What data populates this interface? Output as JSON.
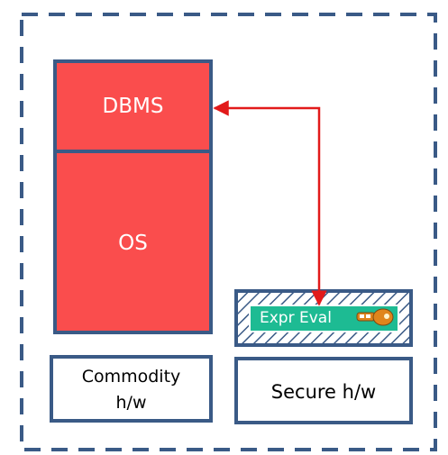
{
  "diagram": {
    "boxes": {
      "dbms": {
        "label": "DBMS",
        "fill": "#fa4d4d",
        "stroke": "#3a5a86"
      },
      "os": {
        "label": "OS",
        "fill": "#fa4d4d",
        "stroke": "#3a5a86"
      },
      "commodity_hw": {
        "line1": "Commodity",
        "line2": "h/w"
      },
      "secure_hw": {
        "label": "Secure h/w"
      },
      "expr_eval": {
        "label": "Expr Eval",
        "fill": "#1dbb93"
      }
    },
    "colors": {
      "outer_border": "#3a5a86",
      "arrow": "#e21a1a",
      "hatch": "#3a5a86",
      "key": "#e0851c"
    },
    "icons": {
      "key": "key-icon"
    }
  }
}
